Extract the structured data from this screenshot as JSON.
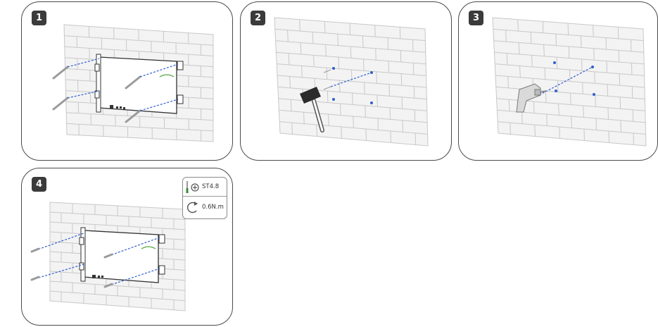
{
  "steps": [
    {
      "number": "1",
      "description": "inverter-mounted-on-wall-with-screws"
    },
    {
      "number": "2",
      "description": "mark-holes-with-hammer"
    },
    {
      "number": "3",
      "description": "drill-holes"
    },
    {
      "number": "4",
      "description": "fasten-inverter-with-screws"
    }
  ],
  "spec": {
    "screw_label": "ST4.8",
    "torque_label": "0.6N.m",
    "screw_icon": "screwdriver-icon",
    "torque_icon": "rotate-icon"
  },
  "colors": {
    "outline": "#4a4a4a",
    "brick": "#f3f3f3",
    "mortar": "#c8c8c8",
    "guide_line": "#2f5fcf",
    "dot": "#2f5fcf"
  }
}
